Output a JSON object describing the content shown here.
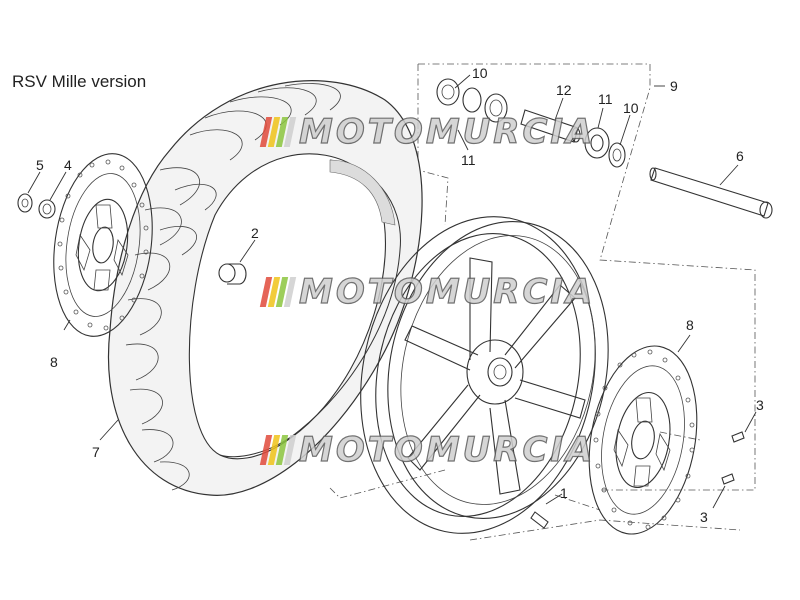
{
  "title": "RSV Mille version",
  "labels": [
    "1",
    "2",
    "3",
    "3",
    "4",
    "5",
    "6",
    "7",
    "8",
    "8",
    "9",
    "10",
    "10",
    "11",
    "11",
    "12"
  ],
  "watermark": {
    "text": "MOTOMURCIA",
    "bar_colors": [
      "#e14b3b",
      "#f0c419",
      "#8cc63f",
      "#cfcfcf"
    ]
  },
  "colors": {
    "line": "#333333",
    "tire": "#f3f3f3",
    "tire_inner": "#dcdcdc",
    "background": "#ffffff"
  }
}
